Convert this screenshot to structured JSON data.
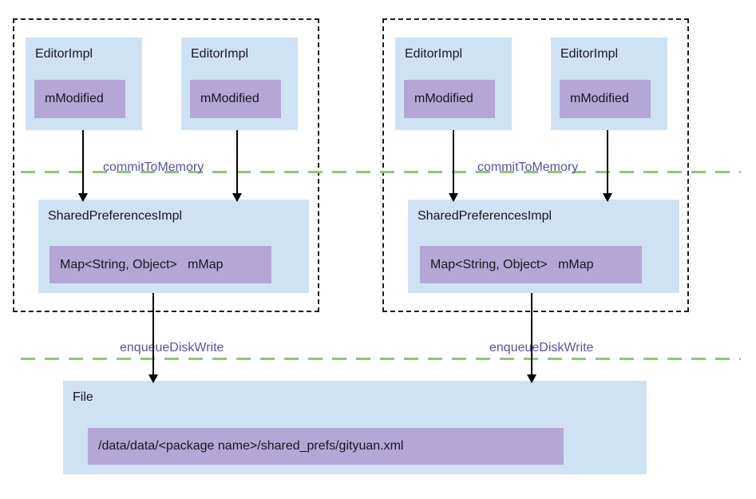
{
  "groups": [
    {
      "commit_label": "commitToMemory",
      "enqueue_label": "enqueueDiskWrite",
      "editors": [
        {
          "title": "EditorImpl",
          "field": "mModified"
        },
        {
          "title": "EditorImpl",
          "field": "mModified"
        }
      ],
      "store": {
        "title": "SharedPreferencesImpl",
        "field": "Map<String, Object>   mMap"
      }
    },
    {
      "commit_label": "commitToMemory",
      "enqueue_label": "enqueueDiskWrite",
      "editors": [
        {
          "title": "EditorImpl",
          "field": "mModified"
        },
        {
          "title": "EditorImpl",
          "field": "mModified"
        }
      ],
      "store": {
        "title": "SharedPreferencesImpl",
        "field": "Map<String, Object>   mMap"
      }
    }
  ],
  "file": {
    "title": "File",
    "path": "/data/data/<package name>/shared_prefs/gityuan.xml"
  },
  "colors": {
    "class_box_blue": "#cfe2f3",
    "field_box_purple": "#b4a7d6",
    "method_label_purple": "#5b51a8",
    "boundary_dash_green": "#93c47d",
    "group_border_black": "#1c1c1c"
  }
}
